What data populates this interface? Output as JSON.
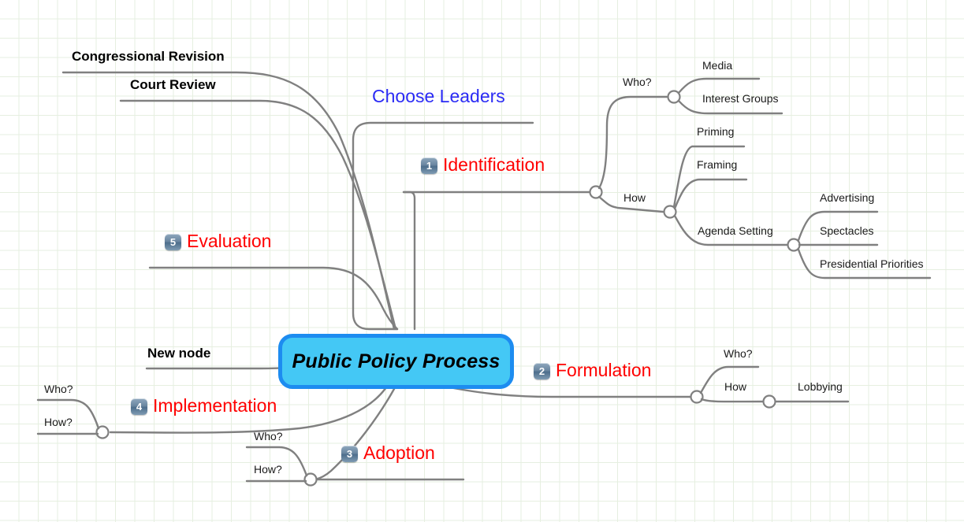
{
  "diagram": {
    "type": "mind-map",
    "root": {
      "label": "Public Policy Process",
      "fill_color": "#44c8f5",
      "border_color": "#1d8cf0",
      "text_color": "#000000"
    },
    "colors": {
      "branch_red": "#ff0000",
      "branch_blue": "#2b2bf5",
      "branch_black": "#000000",
      "edge_gray": "#808080",
      "grid_line": "#e6efe0",
      "background": "#ffffff"
    },
    "main_branches": [
      {
        "badge": "1",
        "label": "Identification",
        "color": "#ff0000"
      },
      {
        "badge": "2",
        "label": "Formulation",
        "color": "#ff0000"
      },
      {
        "badge": "3",
        "label": "Adoption",
        "color": "#ff0000"
      },
      {
        "badge": "4",
        "label": "Implementation",
        "color": "#ff0000"
      },
      {
        "badge": "5",
        "label": "Evaluation",
        "color": "#ff0000"
      }
    ],
    "other_nodes": [
      {
        "label": "Congressional Revision",
        "style": "bold-black"
      },
      {
        "label": "Court Review",
        "style": "bold-black"
      },
      {
        "label": "Choose Leaders",
        "style": "blue"
      },
      {
        "label": "New node",
        "style": "bold-black"
      }
    ],
    "identification_children": {
      "who_label": "Who?",
      "how_label": "How",
      "who_children": [
        "Media",
        "Interest Groups"
      ],
      "how_children": [
        "Priming",
        "Framing",
        "Agenda Setting"
      ],
      "agenda_setting_children": [
        "Advertising",
        "Spectacles",
        "Presidential Priorities"
      ]
    },
    "formulation_children": {
      "who_label": "Who?",
      "how_label": "How",
      "how_children": [
        "Lobbying"
      ]
    },
    "adoption_children": {
      "who_label": "Who?",
      "how_label": "How?"
    },
    "implementation_children": {
      "who_label": "Who?",
      "how_label": "How?"
    }
  }
}
